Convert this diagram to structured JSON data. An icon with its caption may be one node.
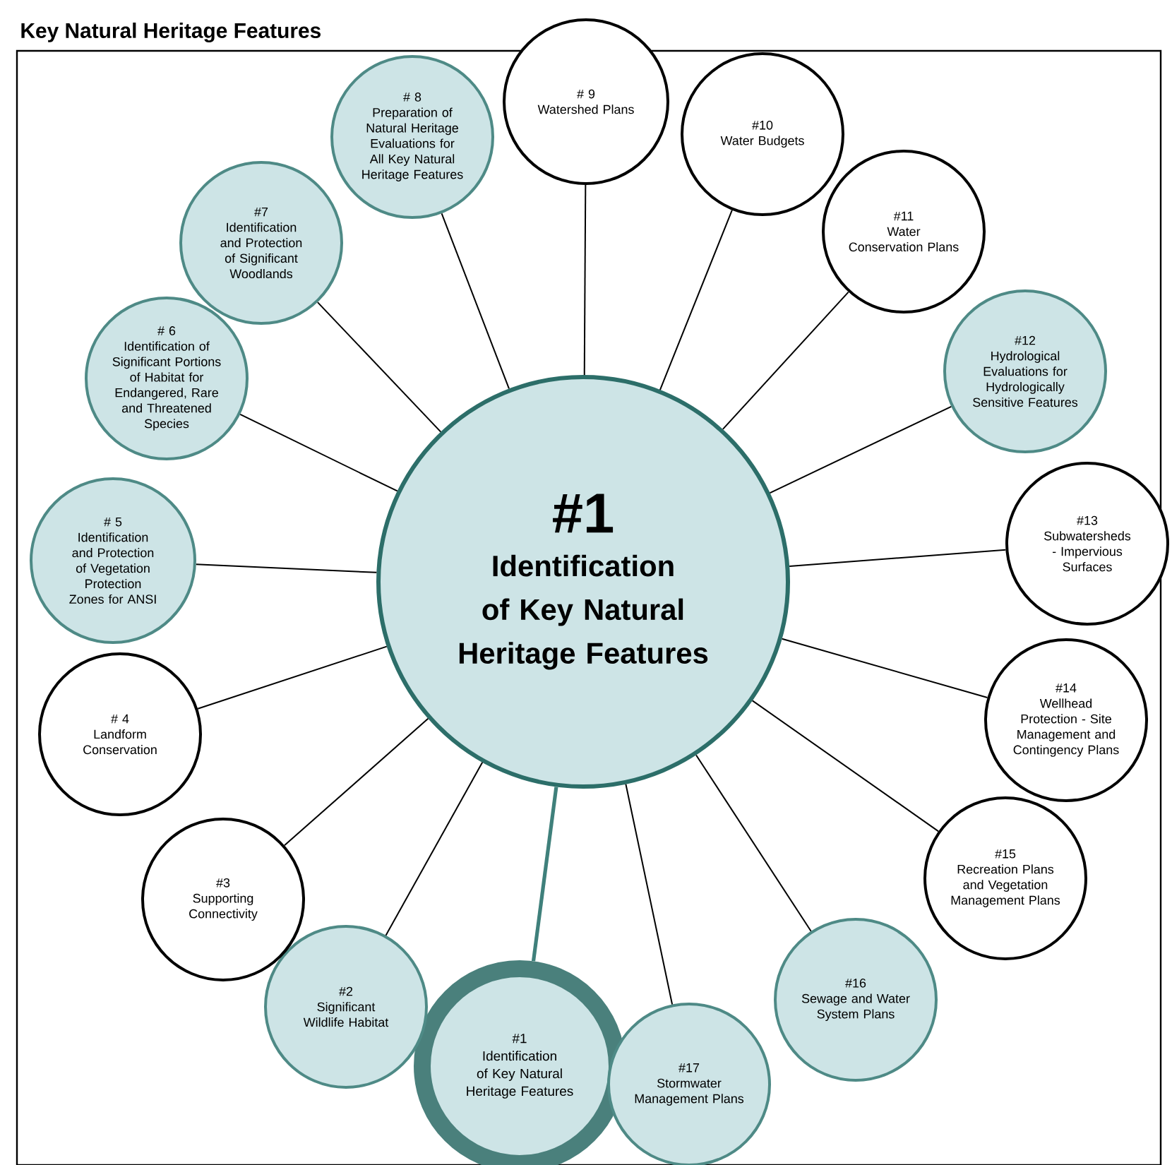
{
  "diagram": {
    "title": "Key Natural Heritage Features",
    "nodes": [
      {
        "text": [
          "#1",
          "Identification of Key Natural Heritage Features"
        ]
      },
      {
        "text": [
          "#1",
          "Identification of Key Natural Heritage Features"
        ]
      },
      {
        "text": [
          "#2",
          "Significant Wildlife Habitat"
        ]
      },
      {
        "text": [
          "#3",
          "Supporting Connectivity"
        ]
      },
      {
        "text": [
          "# 4",
          "Landform Conservation"
        ]
      },
      {
        "text": [
          "# 5",
          "Identification and Protection of Vegetation Protection Zones for ANSI"
        ]
      },
      {
        "text": [
          "# 6",
          "Identification of Significant Portions of Habitat for Endangered, Rare and Threatened Species"
        ]
      },
      {
        "text": [
          "#7",
          "Identification and Protection of Significant Woodlands"
        ]
      },
      {
        "text": [
          "# 8",
          "Preparation of Natural Heritage Evaluations for All Key Natural Heritage Features"
        ]
      },
      {
        "text": [
          "# 9",
          "Watershed Plans"
        ]
      },
      {
        "text": [
          "#10",
          "Water Budgets"
        ]
      },
      {
        "text": [
          "#11",
          "Water Conservation Plans"
        ]
      },
      {
        "text": [
          "#12",
          "Hydrological Evaluations for Hydrologically Sensitive Features"
        ]
      },
      {
        "text": [
          "#13",
          "Subwatersheds - Impervious Surfaces"
        ]
      },
      {
        "text": [
          "#14",
          "Wellhead Protection - Site Management and Contingency Plans"
        ]
      },
      {
        "text": [
          "#15",
          "Recreation Plans and Vegetation Management Plans"
        ]
      },
      {
        "text": [
          "#16",
          "Sewage and Water System Plans"
        ]
      },
      {
        "text": [
          "#17",
          "Stormwater Management Plans"
        ]
      }
    ],
    "edges": [
      {
        "from": 0,
        "to": 1,
        "arrow": "none",
        "style": "thick",
        "color": "#3f807b"
      },
      {
        "from": 0,
        "to": 2,
        "arrow": "none"
      },
      {
        "from": 0,
        "to": 3,
        "arrow": "none"
      },
      {
        "from": 0,
        "to": 4,
        "arrow": "none"
      },
      {
        "from": 0,
        "to": 5,
        "arrow": "none"
      },
      {
        "from": 0,
        "to": 6,
        "arrow": "none"
      },
      {
        "from": 0,
        "to": 7,
        "arrow": "none"
      },
      {
        "from": 0,
        "to": 8,
        "arrow": "none"
      },
      {
        "from": 0,
        "to": 9,
        "arrow": "none"
      },
      {
        "from": 0,
        "to": 10,
        "arrow": "none"
      },
      {
        "from": 0,
        "to": 11,
        "arrow": "none"
      },
      {
        "from": 0,
        "to": 12,
        "arrow": "none"
      },
      {
        "from": 0,
        "to": 13,
        "arrow": "none"
      },
      {
        "from": 0,
        "to": 14,
        "arrow": "none"
      },
      {
        "from": 0,
        "to": 15,
        "arrow": "none"
      },
      {
        "from": 0,
        "to": 16,
        "arrow": "none"
      },
      {
        "from": 0,
        "to": 17,
        "arrow": "none"
      }
    ]
  }
}
